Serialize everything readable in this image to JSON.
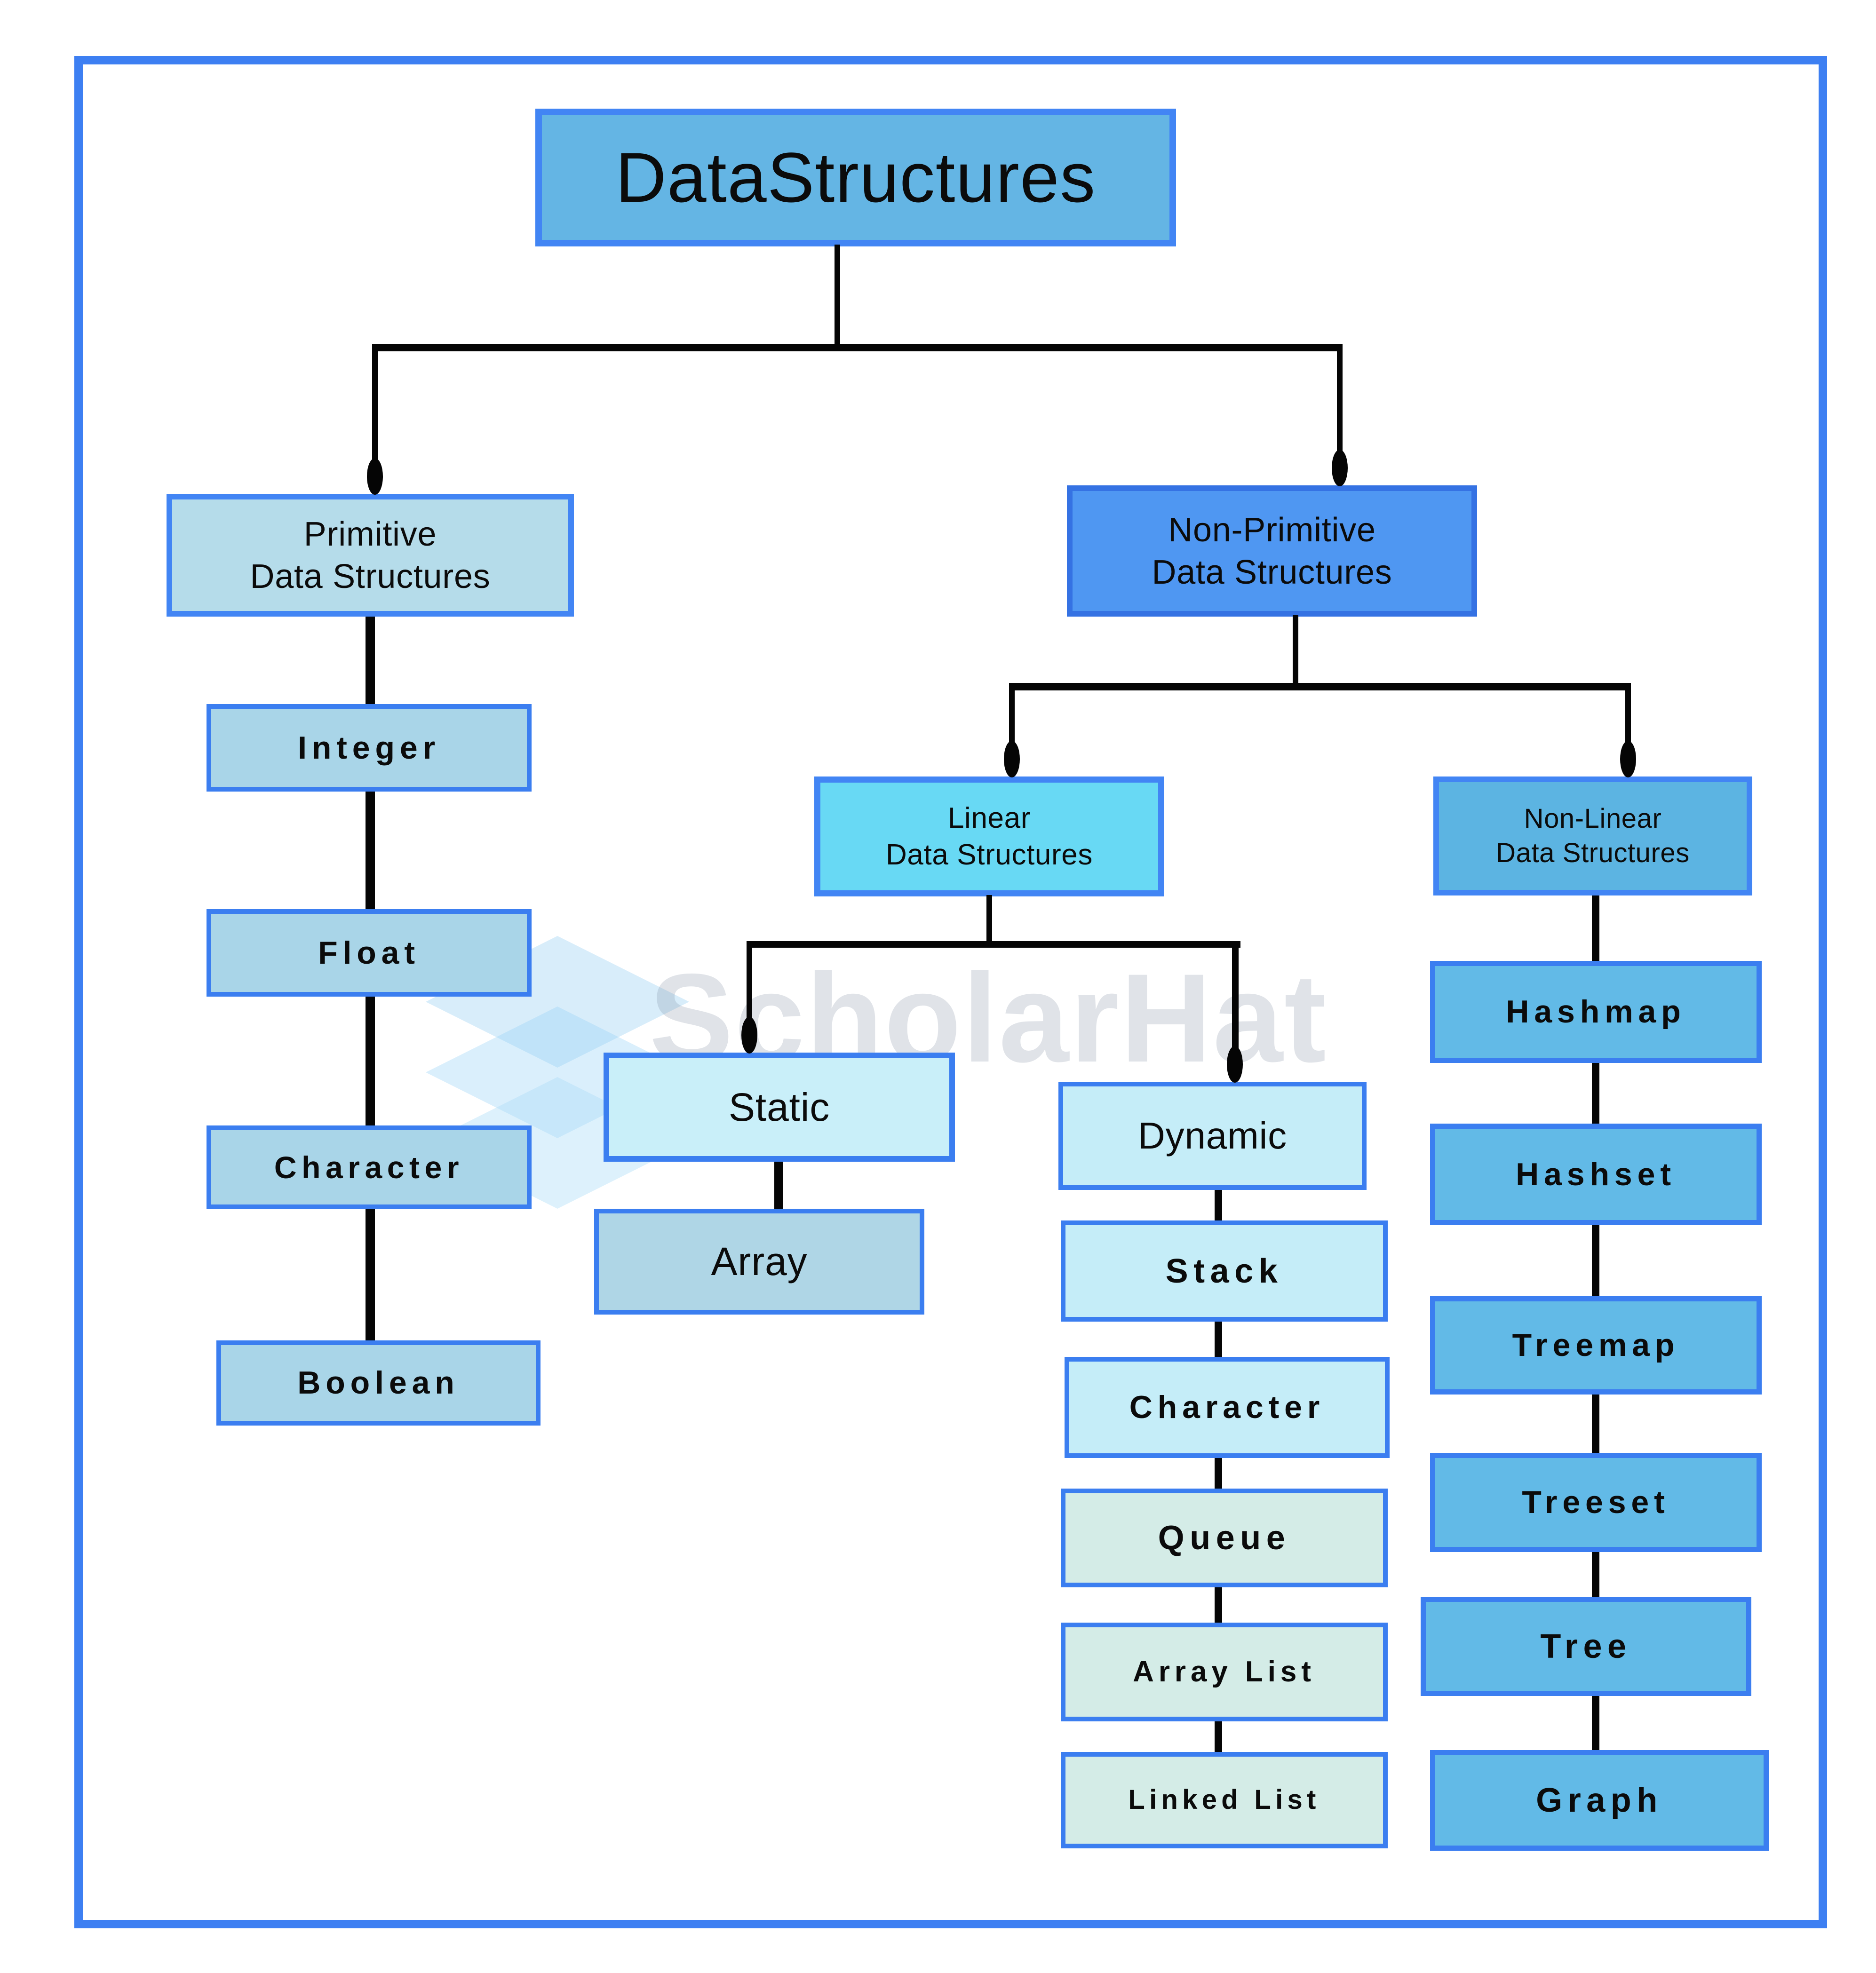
{
  "diagram_title": "DataStructures",
  "watermark": {
    "text": "ScholarHat",
    "logo": "stacked-layers-icon"
  },
  "colors": {
    "frame_border": "#3d7ff2",
    "box_border": "#3b7ef0",
    "connector": "#050505",
    "title_fill": "#64b5e4",
    "primitive_fill": "#b5dcea",
    "nonprimitive_fill": "#4f97f2",
    "linear_fill": "#68d9f4",
    "nonlinear_fill": "#5cb4e2",
    "primitive_children_fill": "#a9d5e8",
    "static_fill": "#c9eff9",
    "array_fill": "#afd6e6",
    "dynamic_group_fill": "#c5edf8",
    "queue_group_fill": "#d4ece7",
    "nonlinear_children_fill": "#62bae7",
    "watermark_text_color": "rgba(116,126,148,0.22)",
    "watermark_logo_color": "rgba(125,195,240,0.30)"
  },
  "nodes": {
    "datastructures": {
      "label": "DataStructures"
    },
    "primitive": {
      "line1": "Primitive",
      "line2": "Data Structures"
    },
    "nonprimitive": {
      "line1": "Non-Primitive",
      "line2": "Data Structures"
    },
    "linear": {
      "line1": "Linear",
      "line2": "Data Structures"
    },
    "nonlinear": {
      "line1": "Non-Linear",
      "line2": "Data Structures"
    },
    "integer": {
      "label": "Integer"
    },
    "float": {
      "label": "Float"
    },
    "character_left": {
      "label": "Character"
    },
    "boolean": {
      "label": "Boolean"
    },
    "static": {
      "label": "Static"
    },
    "array": {
      "label": "Array"
    },
    "dynamic": {
      "label": "Dynamic"
    },
    "stack": {
      "label": "Stack"
    },
    "character_mid": {
      "label": "Character"
    },
    "queue": {
      "label": "Queue"
    },
    "arraylist": {
      "label": "Array List"
    },
    "linkedlist": {
      "label": "Linked List"
    },
    "hashmap": {
      "label": "Hashmap"
    },
    "hashset": {
      "label": "Hashset"
    },
    "treemap": {
      "label": "Treemap"
    },
    "treeset": {
      "label": "Treeset"
    },
    "tree": {
      "label": "Tree"
    },
    "graph": {
      "label": "Graph"
    }
  },
  "hierarchy": {
    "DataStructures": [
      "Primitive Data Structures",
      "Non-Primitive Data Structures"
    ],
    "Primitive Data Structures": [
      "Integer",
      "Float",
      "Character",
      "Boolean"
    ],
    "Non-Primitive Data Structures": [
      "Linear Data Structures",
      "Non-Linear Data Structures"
    ],
    "Linear Data Structures": [
      "Static",
      "Dynamic"
    ],
    "Static": [
      "Array"
    ],
    "Dynamic": [
      "Stack",
      "Character",
      "Queue",
      "Array List",
      "Linked List"
    ],
    "Non-Linear Data Structures": [
      "Hashmap",
      "Hashset",
      "Treemap",
      "Treeset",
      "Tree",
      "Graph"
    ]
  }
}
